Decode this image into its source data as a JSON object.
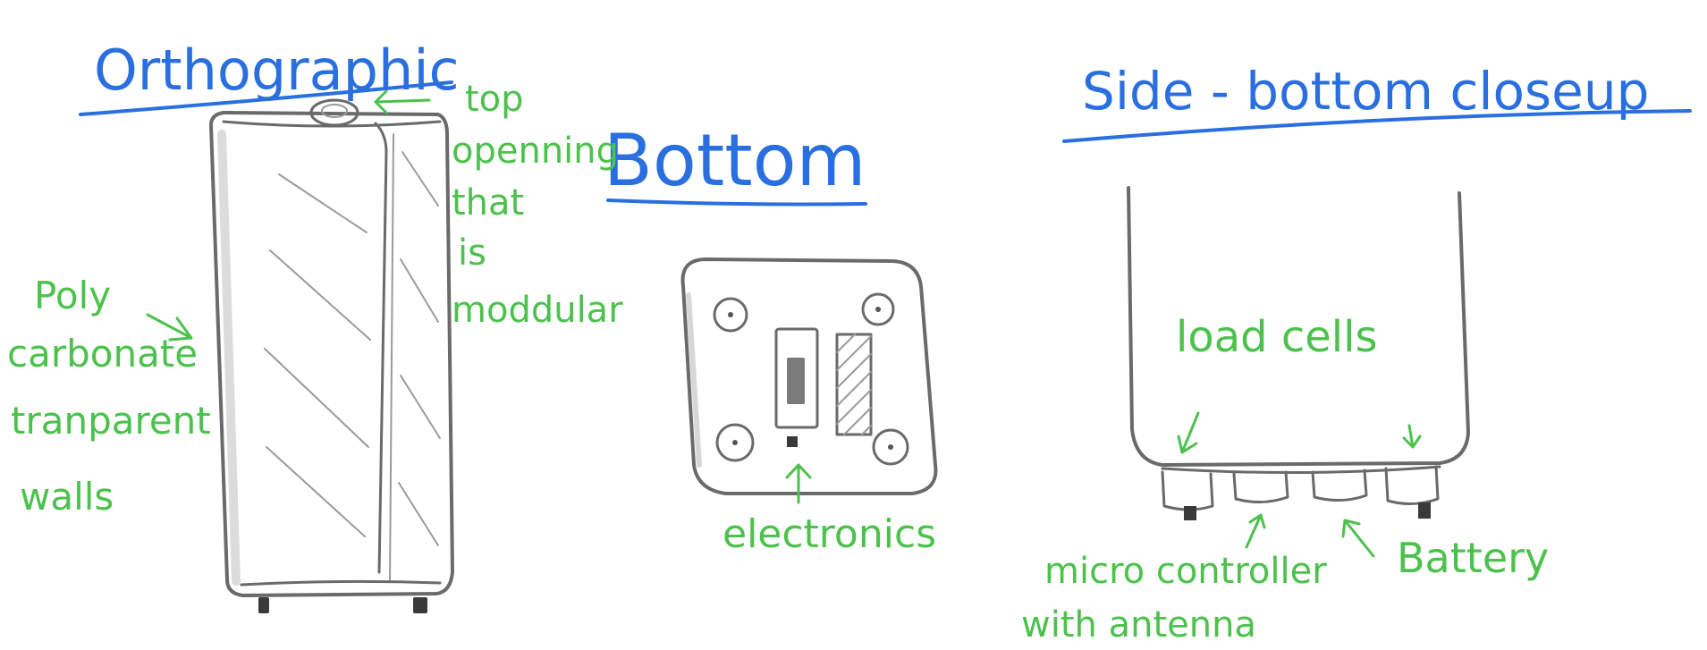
{
  "headings": {
    "orthographic": "Orthographic",
    "bottom": "Bottom",
    "side_bottom": "Side - bottom closeup"
  },
  "labels": {
    "top_opening": [
      "top",
      "openning",
      "that",
      "is",
      "moddular"
    ],
    "walls": [
      "Poly",
      "carbonate",
      "tranparent",
      "walls"
    ],
    "electronics": "electronics",
    "load_cells": "load cells",
    "microcontroller": [
      "micro controller",
      "with antenna"
    ],
    "battery": "Battery"
  },
  "colors": {
    "heading": "#2a6fe0",
    "annotation": "#4cc14c",
    "pencil": "#6a6a6a"
  }
}
